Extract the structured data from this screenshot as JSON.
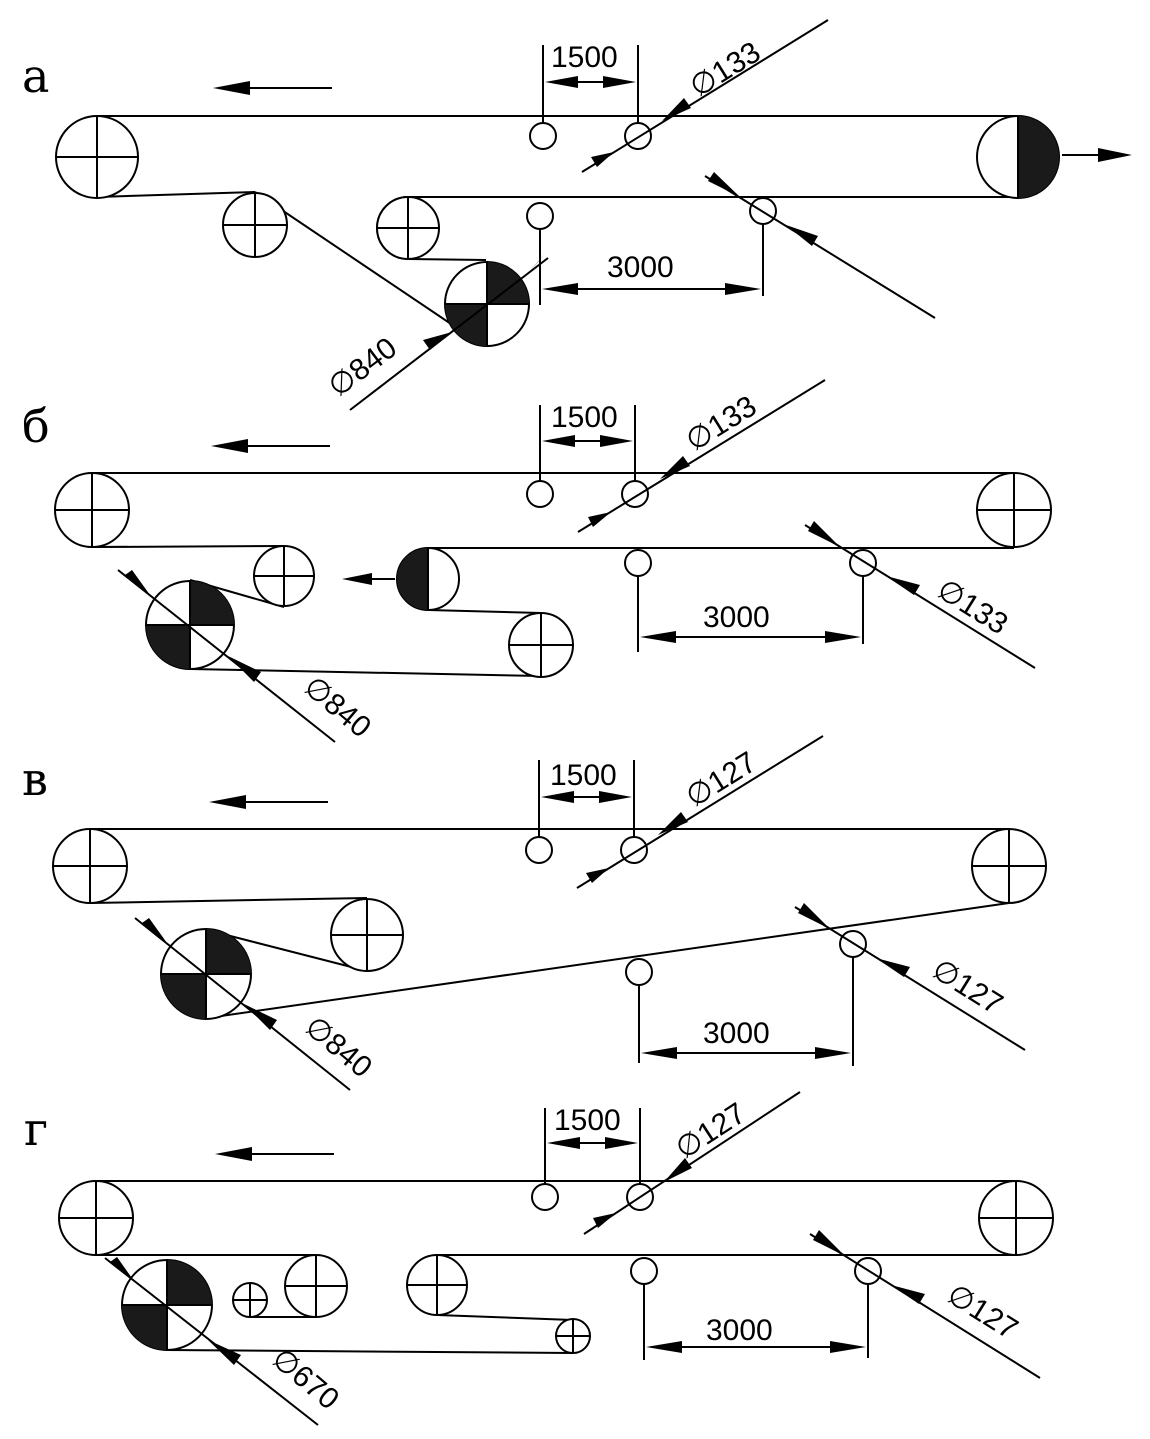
{
  "panels": [
    {
      "id": "a",
      "label": "а",
      "spacing": "1500",
      "distance": "3000",
      "idler_diameter": "133",
      "drive_diameter": "840",
      "return_idler_diameter": ""
    },
    {
      "id": "b",
      "label": "б",
      "spacing": "1500",
      "distance": "3000",
      "idler_diameter": "133",
      "drive_diameter": "840",
      "return_idler_diameter": "133"
    },
    {
      "id": "v",
      "label": "в",
      "spacing": "1500",
      "distance": "3000",
      "idler_diameter": "127",
      "drive_diameter": "840",
      "return_idler_diameter": "127"
    },
    {
      "id": "g",
      "label": "г",
      "spacing": "1500",
      "distance": "3000",
      "idler_diameter": "127",
      "drive_diameter": "670",
      "return_idler_diameter": "127"
    }
  ],
  "diameter_symbol": "∅",
  "colors": {
    "line": "#000000",
    "fill": "#1a1a1a",
    "background": "#ffffff"
  }
}
